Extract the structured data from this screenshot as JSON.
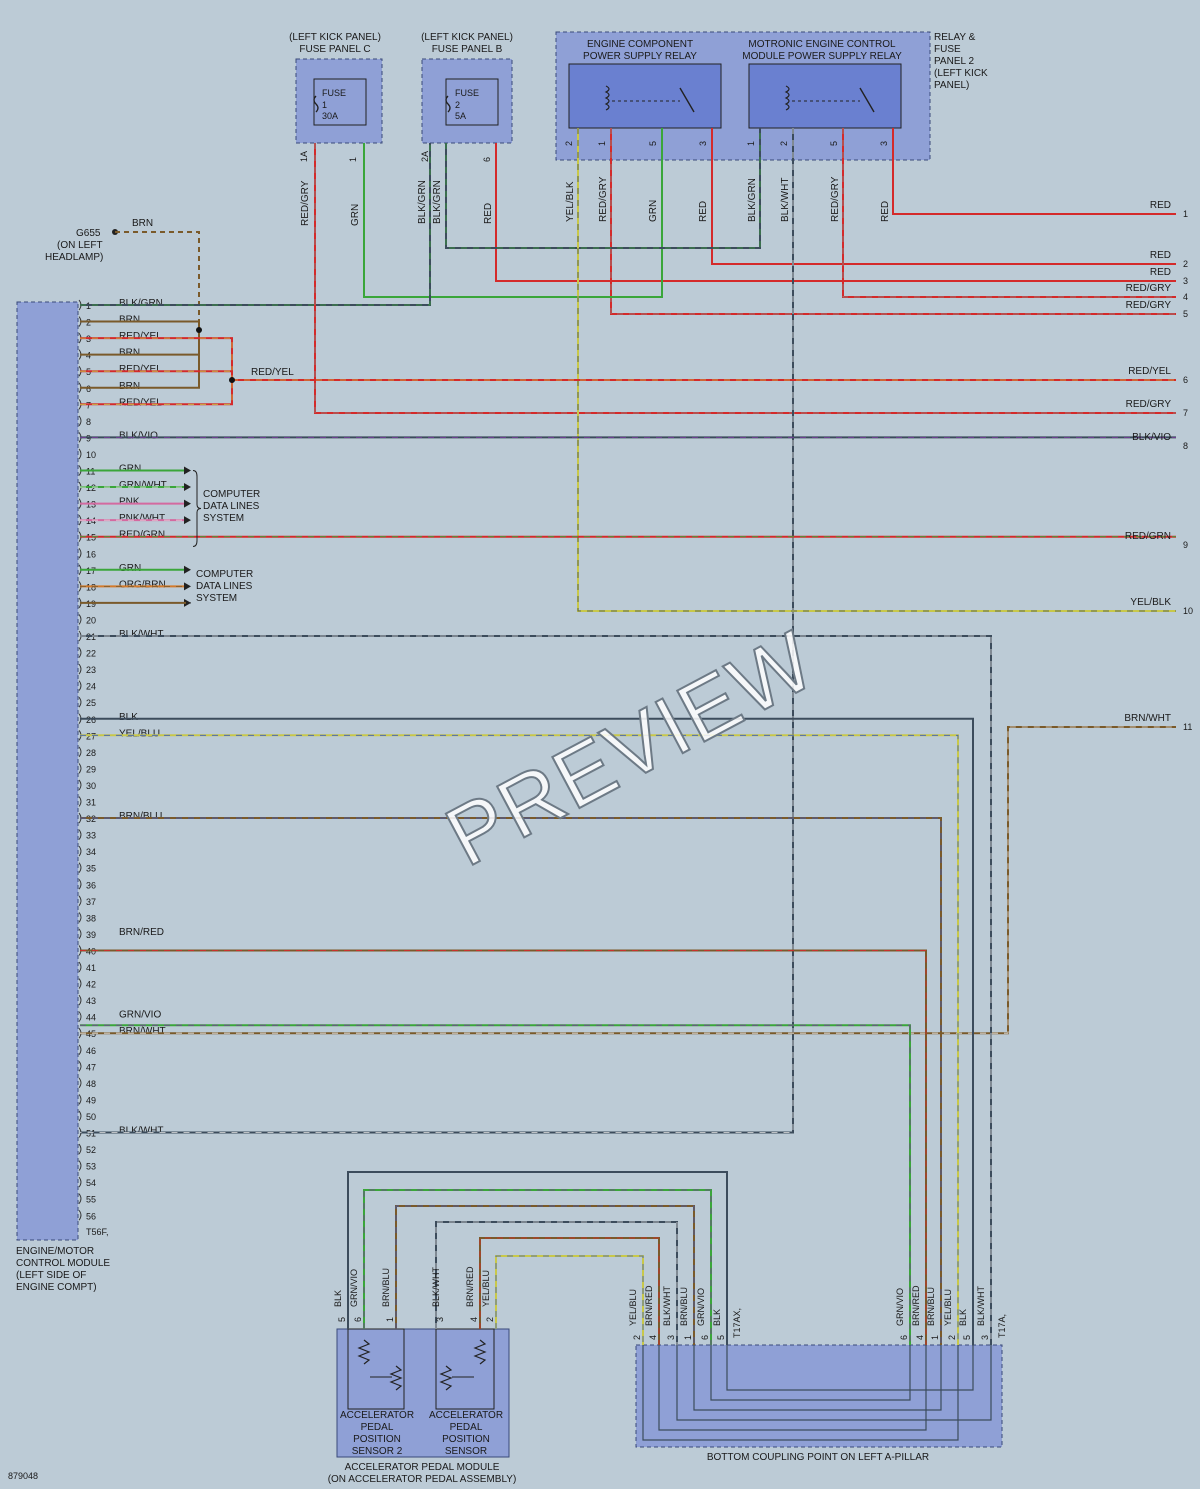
{
  "diagram_id": "879048",
  "watermark": "PREVIEW",
  "colors": {
    "RED": "#d42a2a",
    "GRN": "#3aa63a",
    "BRN": "#7a5a2a",
    "BLK": "#3c4c5c",
    "WHT": "#e8e8e8",
    "YEL": "#c8c84a",
    "VIO": "#7a3aa0",
    "PNK": "#d46aa0",
    "GRY": "#8a8a8a",
    "BLU": "#3a5ac0",
    "ORG": "#d47a2a"
  },
  "fuse_c": {
    "title1": "(LEFT KICK PANEL)",
    "title2": "FUSE PANEL C",
    "fuse_label1": "FUSE",
    "fuse_label2": "1",
    "fuse_label3": "30A",
    "pins": [
      "1A",
      "1"
    ],
    "wires": [
      "RED/GRY",
      "GRN"
    ]
  },
  "fuse_b": {
    "title1": "(LEFT KICK PANEL)",
    "title2": "FUSE PANEL B",
    "fuse_label1": "FUSE",
    "fuse_label2": "2",
    "fuse_label3": "5A",
    "pins": [
      "2A",
      "6"
    ],
    "wires": [
      "BLK/GRN",
      "BLK/GRN",
      "RED"
    ]
  },
  "relay_panel": {
    "relay1_title1": "ENGINE COMPONENT",
    "relay1_title2": "POWER SUPPLY RELAY",
    "relay2_title1": "MOTRONIC ENGINE CONTROL",
    "relay2_title2": "MODULE POWER SUPPLY RELAY",
    "side1": "RELAY &",
    "side2": "FUSE",
    "side3": "PANEL 2",
    "side4": "(LEFT KICK",
    "side5": "PANEL)",
    "relay1_pins": [
      "2",
      "1",
      "5",
      "3"
    ],
    "relay2_pins": [
      "1",
      "2",
      "5",
      "3"
    ],
    "wires": [
      "YEL/BLK",
      "RED/GRY",
      "GRN",
      "RED",
      "BLK/GRN",
      "BLK/WHT",
      "RED/GRY",
      "RED"
    ]
  },
  "ground": {
    "id": "G655",
    "loc1": "(ON LEFT",
    "loc2": "HEADLAMP)",
    "wire": "BRN"
  },
  "ecm": {
    "label1": "ENGINE/MOTOR",
    "label2": "CONTROL MODULE",
    "label3": "(LEFT SIDE OF",
    "label4": "ENGINE COMPT)",
    "connector": "T56F,",
    "pin_wires": {
      "1": "BLK/GRN",
      "2": "BRN",
      "3": "RED/YEL",
      "4": "BRN",
      "5": "RED/YEL",
      "6": "BRN",
      "7": "RED/YEL",
      "9": "BLK/VIO",
      "11": "GRN",
      "12": "GRN/WHT",
      "13": "PNK",
      "14": "PNK/WHT",
      "15": "RED/GRN",
      "17": "GRN",
      "18": "ORG/BRN",
      "21": "BLK/WHT",
      "26": "BLK",
      "27": "YEL/BLU",
      "32": "BRN/BLU",
      "39": "BRN/RED",
      "44": "GRN/VIO",
      "45": "BRN/WHT",
      "51": "BLK/WHT"
    }
  },
  "splice_label": "RED/YEL",
  "cdl1": {
    "l1": "COMPUTER",
    "l2": "DATA LINES",
    "l3": "SYSTEM"
  },
  "cdl2": {
    "l1": "COMPUTER",
    "l2": "DATA LINES",
    "l3": "SYSTEM"
  },
  "right_labels": [
    {
      "num": "1",
      "wire": "RED"
    },
    {
      "num": "2",
      "wire": "RED"
    },
    {
      "num": "3",
      "wire": "RED"
    },
    {
      "num": "4",
      "wire": "RED/GRY"
    },
    {
      "num": "5",
      "wire": "RED/GRY"
    },
    {
      "num": "6",
      "wire": "RED/YEL"
    },
    {
      "num": "7",
      "wire": "RED/GRY"
    },
    {
      "num": "8",
      "wire": "BLK/VIO"
    },
    {
      "num": "9",
      "wire": "RED/GRN"
    },
    {
      "num": "10",
      "wire": "YEL/BLK"
    },
    {
      "num": "11",
      "wire": "BRN/WHT"
    }
  ],
  "pedal_module": {
    "s2_1": "ACCELERATOR",
    "s2_2": "PEDAL",
    "s2_3": "POSITION",
    "s2_4": "SENSOR 2",
    "s1_1": "ACCELERATOR",
    "s1_2": "PEDAL",
    "s1_3": "POSITION",
    "s1_4": "SENSOR",
    "label1": "ACCELERATOR PEDAL MODULE",
    "label2": "(ON ACCELERATOR PEDAL ASSEMBLY)",
    "pins": [
      "5",
      "6",
      "1",
      "3",
      "4",
      "2"
    ],
    "wires": [
      "BLK",
      "GRN/VIO",
      "BRN/BLU",
      "BLK/WHT",
      "BRN/RED",
      "YEL/BLU"
    ]
  },
  "coupling": {
    "label": "BOTTOM COUPLING POINT ON LEFT A-PILLAR",
    "left_conn": "T17AX,",
    "right_conn": "T17A,",
    "left_pins": [
      "2",
      "4",
      "3",
      "1",
      "6",
      "5"
    ],
    "left_wires": [
      "YEL/BLU",
      "BRN/RED",
      "BLK/WHT",
      "BRN/BLU",
      "GRN/VIO",
      "BLK"
    ],
    "right_pins": [
      "6",
      "4",
      "1",
      "2",
      "5",
      "3"
    ],
    "right_wires": [
      "GRN/VIO",
      "BRN/RED",
      "BRN/BLU",
      "YEL/BLU",
      "BLK",
      "BLK/WHT"
    ]
  }
}
